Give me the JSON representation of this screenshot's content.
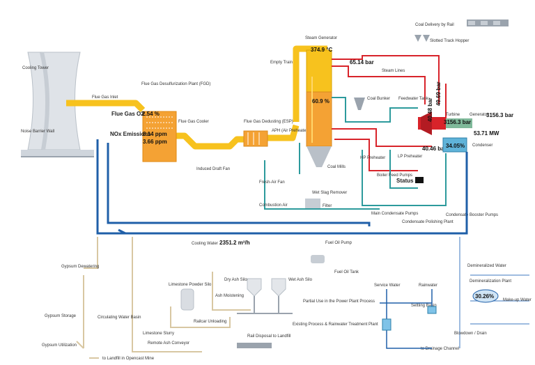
{
  "labels": {
    "coal_delivery": "Coal Delivery by Rail",
    "slotted_hopper": "Slotted Track Hopper",
    "steam_generator": "Steam Generator",
    "empty_train": "Empty Train",
    "steam_lines": "Steam Lines",
    "cooling_tower": "Cooling Tower",
    "fgd": "Flue Gas Desulfurization Plant (FGD)",
    "flue_gas_inlet": "Flue Gas Inlet",
    "flue_gas_o2": "Flue Gas O2",
    "flue_gas_cooler": "Flue Gas Cooler",
    "nox_emissions": "NOx Emissions",
    "noise_barrier": "Noise Barrier Wall",
    "induced_draft_fan": "Induced Draft Fan",
    "esp": "Flue Gas Dedusting (ESP)",
    "aph": "APH (Air Preheater)",
    "coal_bunker": "Coal Bunker",
    "feedwater_tank": "Feedwater Tank",
    "turbine": "Turbine",
    "generator": "Generator",
    "condenser": "Condenser",
    "hp_preheater": "HP Preheater",
    "lp_preheater": "LP Preheater",
    "coal_mills": "Coal Mills",
    "fresh_air_fan": "Fresh-Air Fan",
    "boiler_feed_pumps": "Boiler Feed Pumps",
    "status": "Status",
    "wet_slag_remover": "Wet Slag Remover",
    "combustion_air": "Combustion Air",
    "filter": "Filter",
    "main_condensate_pumps": "Main Condensate Pumps",
    "condensate_booster_pumps": "Condensate Booster Pumps",
    "condensate_polishing": "Condensate Polishing Plant",
    "cooling_water": "Cooling Water",
    "fuel_oil_pump": "Fuel Oil Pump",
    "fuel_oil_tank": "Fuel Oil Tank",
    "gypsum_dewatering": "Gypsum Dewatering",
    "dry_ash_silo": "Dry Ash Silo",
    "wet_ash_silo": "Wet Ash Silo",
    "limestone_powder_silo": "Limestone Powder Silo",
    "ash_moistening": "Ash Moistening",
    "gypsum_storage": "Gypsum Storage",
    "circulating_water_basin": "Circulating Water Basin",
    "railcar_unloading": "Railcar Unloading",
    "limestone_slurry": "Limestone Slurry",
    "gypsum_utilization": "Gypsum Utilization",
    "remote_ash_conveyor": "Remote Ash Conveyor",
    "rail_disposal": "Rail Disposal to Landfill",
    "landfill": "to Landfill in Opencast Mine",
    "service_water": "Service Water",
    "rainwater": "Rainwater",
    "partial_use": "Partial Use in the Power Plant Process",
    "settling_basin": "Settling Basin",
    "existing_process": "Existing Process & Rainwater Treatment Plant",
    "blowdown": "Blowdown / Drain",
    "drainage": "to Drainage Channel",
    "demineralized_water": "Demineralized Water",
    "demineralization_plant": "Demineralization Plant",
    "makeup_water": "Make-up Water"
  },
  "readouts": {
    "steam_temp": "374.9 °C",
    "steam_pressure": "65.14 bar",
    "level_pct": "60.9 %",
    "flue_o2": "2.54 %",
    "nox_ppm": "8.14 ppm",
    "so2_ppm": "3.66 ppm",
    "feed_pressure_1": "49.69 bar",
    "feed_pressure_2": "40.48 bar",
    "turbine_pressure": "3156.3 bar",
    "generator_pressure": "3156.3 bar",
    "power_mw": "53.71 MW",
    "condensate_pressure": "40.46 bar",
    "condenser_pct": "34.05%",
    "cooling_water_flow": "2351.2 m³/h",
    "demin_pct": "30.26%"
  },
  "colors": {
    "flue": "#f7c21e",
    "steam": "#d8232a",
    "water": "#1f5fa8",
    "teal": "#2c9a9c",
    "gray": "#9aa3ad",
    "tan": "#d8c7a2",
    "lightblue": "#7fa6d6",
    "orange": "#f4a234"
  }
}
